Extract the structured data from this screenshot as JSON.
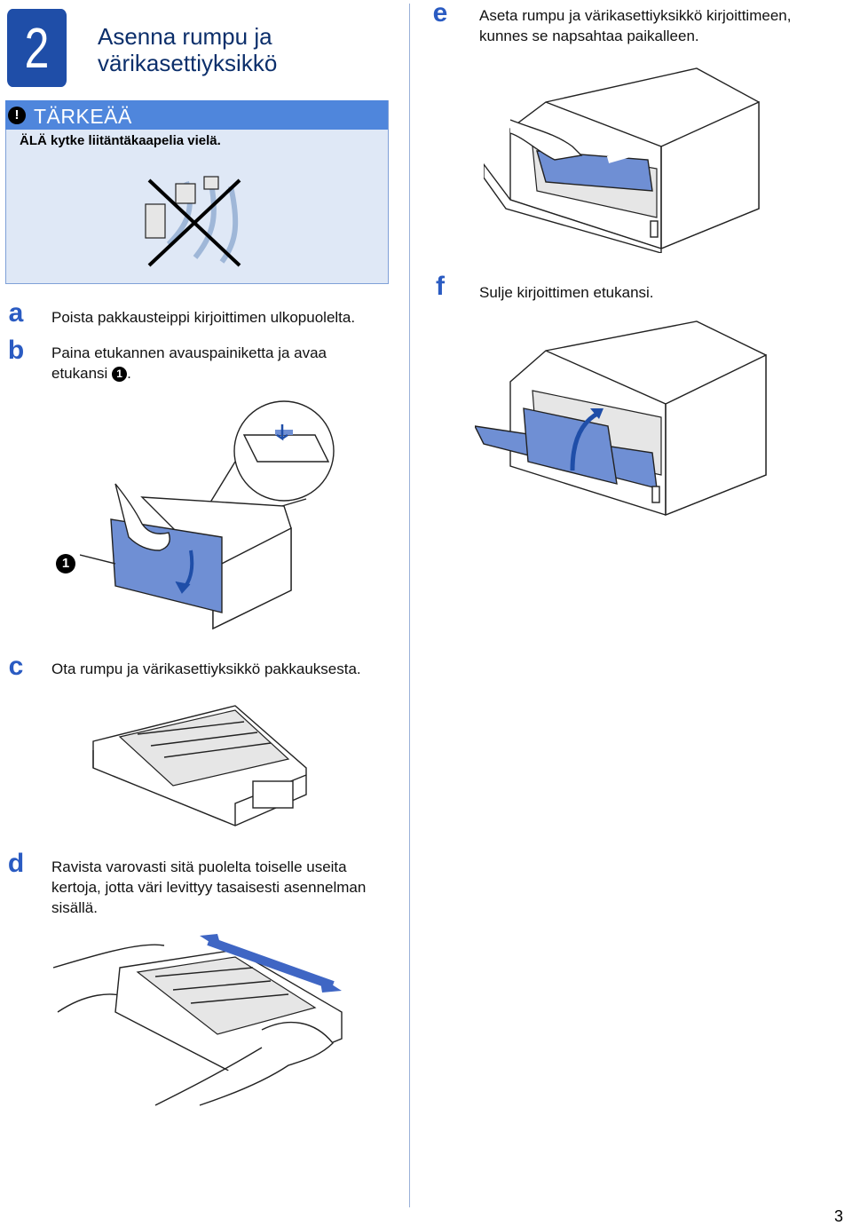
{
  "header": {
    "step_number": "2",
    "title_line1": "Asenna rumpu ja",
    "title_line2": "värikasettiyksikkö"
  },
  "important": {
    "icon": "exclamation-icon",
    "title": "TÄRKEÄÄ",
    "text": "ÄLÄ kytke liitäntäkaapelia vielä."
  },
  "steps": [
    {
      "letter": "a",
      "text": "Poista pakkausteippi kirjoittimen ulkopuolelta."
    },
    {
      "letter": "b",
      "text_line1": "Paina etukannen avauspainiketta ja avaa",
      "text_line2": "etukansi",
      "callout": "1",
      "text_end": "."
    },
    {
      "letter": "c",
      "text": "Ota rumpu ja värikasettiyksikkö pakkauksesta."
    },
    {
      "letter": "d",
      "text_line1": "Ravista varovasti sitä puolelta toiselle useita",
      "text_line2": "kertoja, jotta väri levittyy tasaisesti asennelman",
      "text_line3": "sisällä."
    },
    {
      "letter": "e",
      "text_line1": "Aseta rumpu ja värikasettiyksikkö kirjoittimeen,",
      "text_line2": "kunnes se napsahtaa paikalleen."
    },
    {
      "letter": "f",
      "text": "Sulje kirjoittimen etukansi."
    }
  ],
  "figure_callout": "1",
  "accent_color": "#1f4ea8",
  "page_number": "3"
}
